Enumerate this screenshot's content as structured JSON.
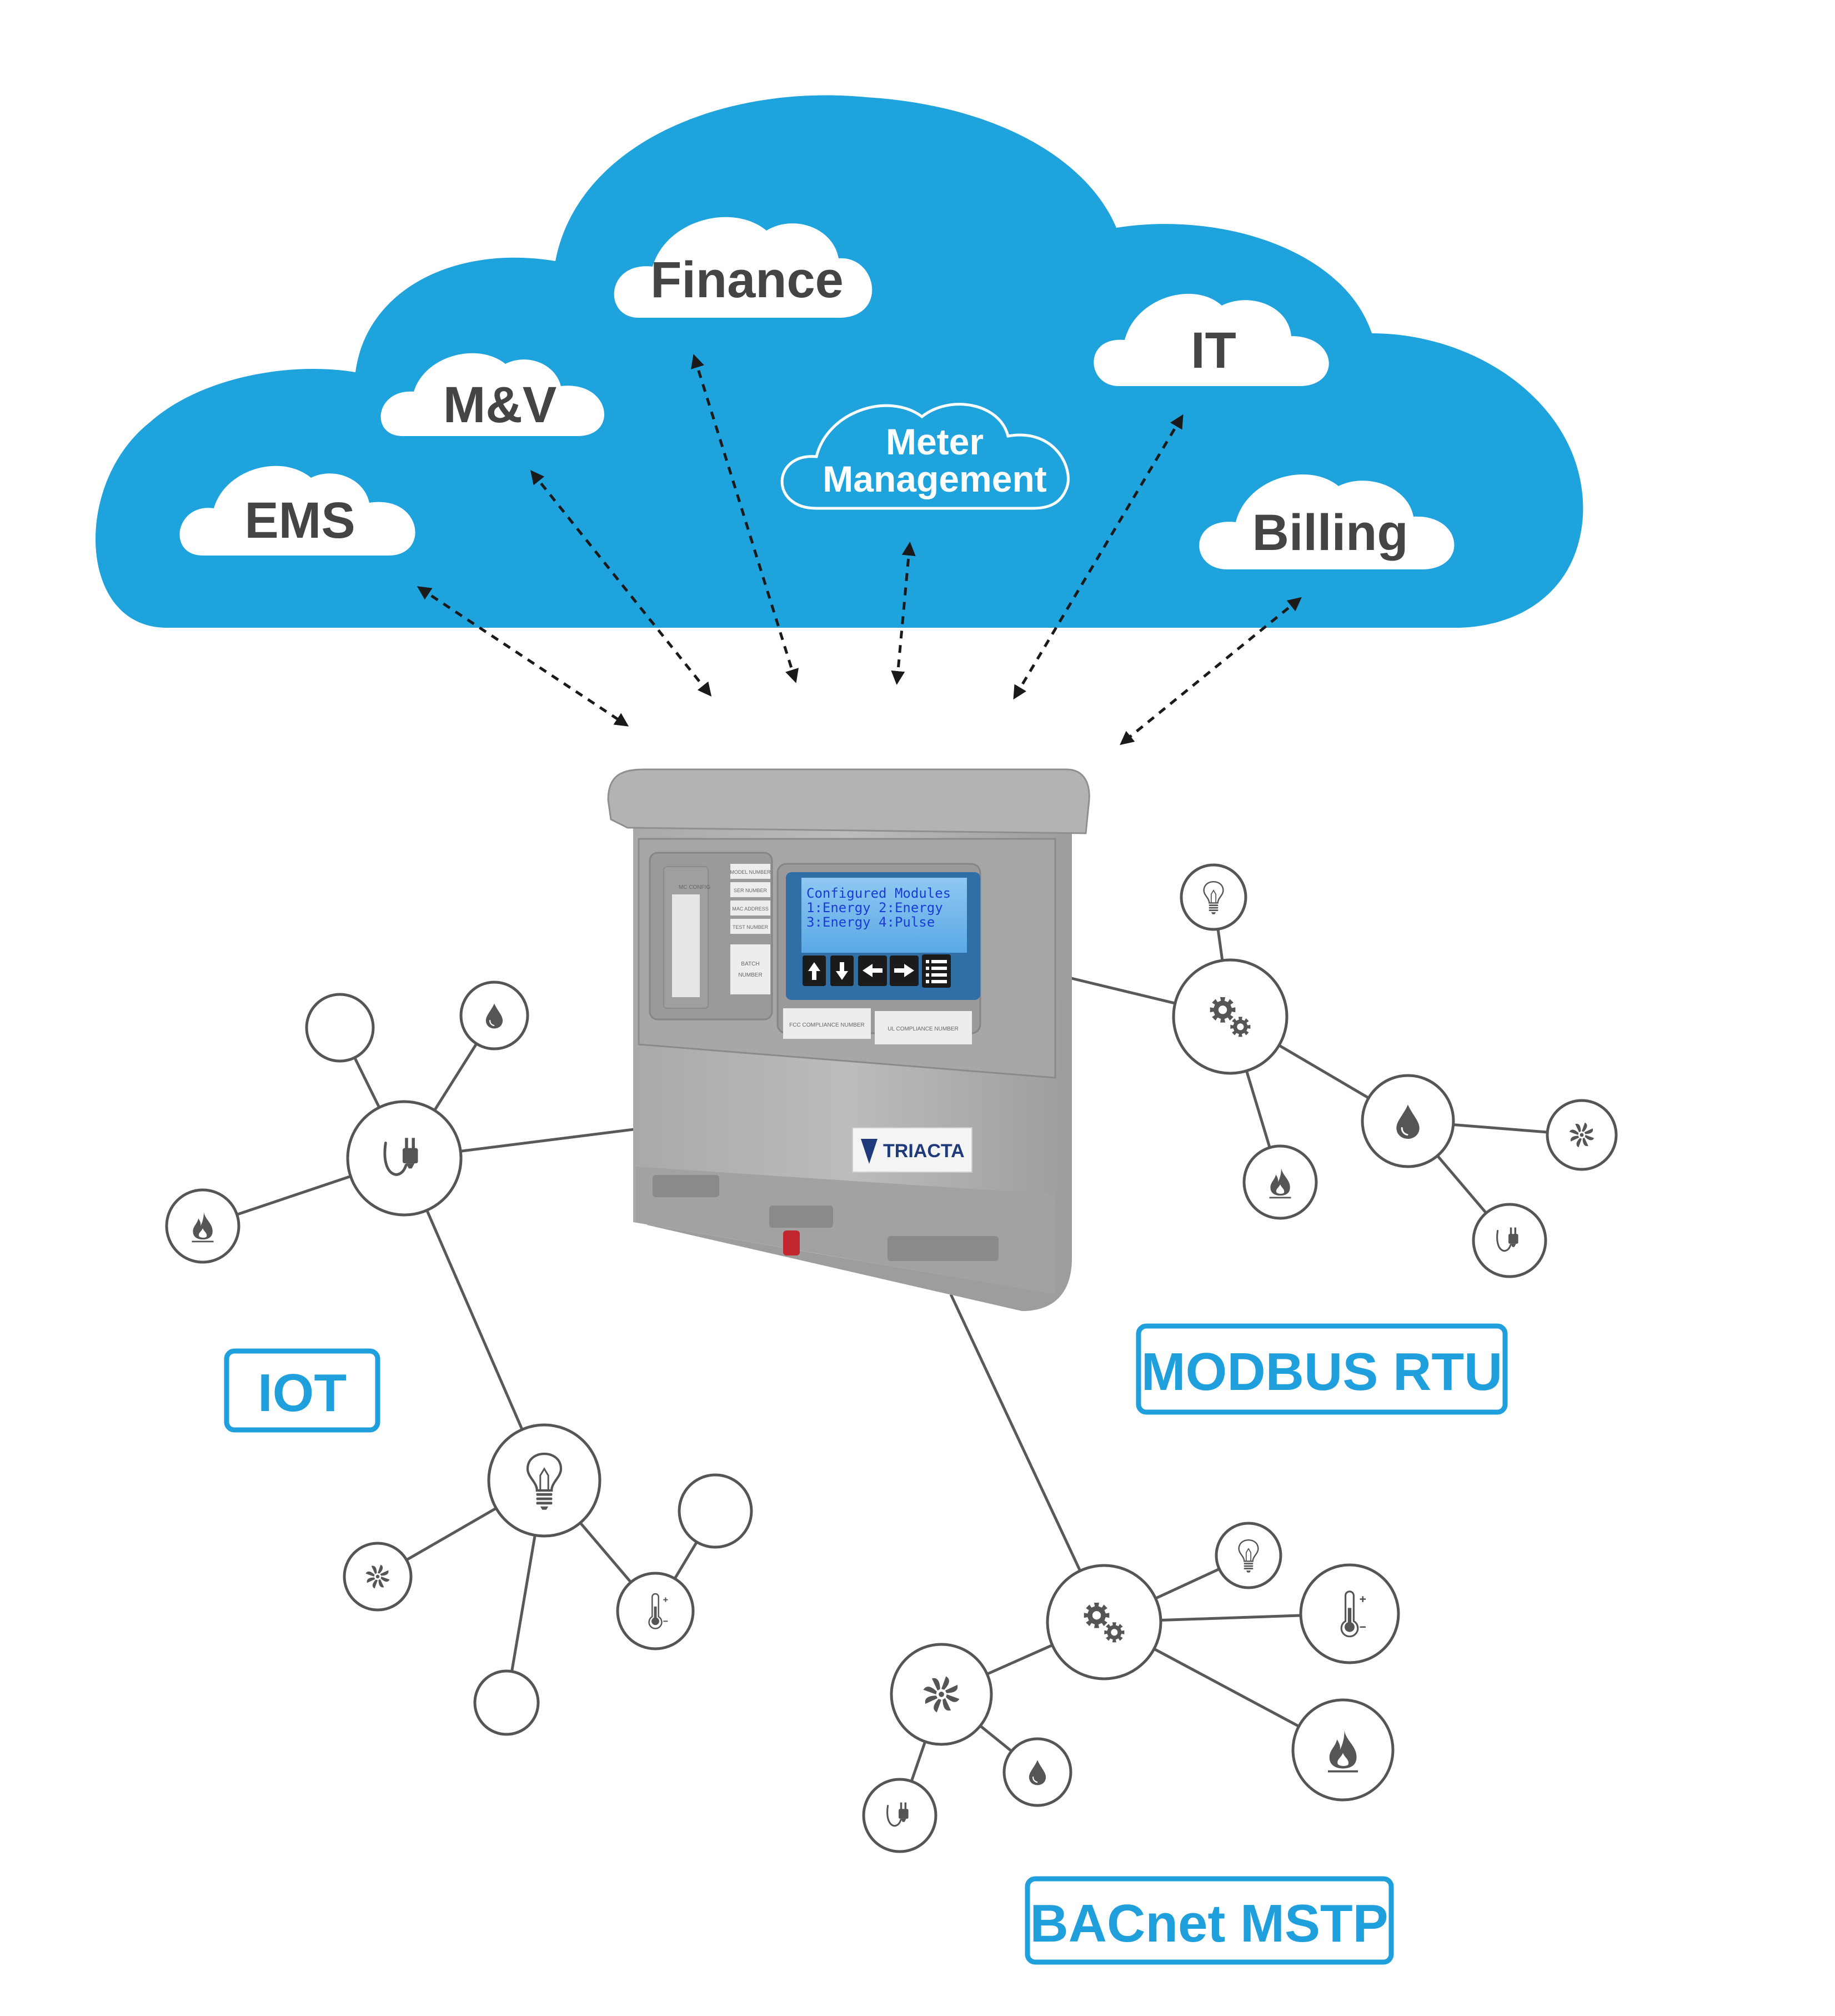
{
  "cloud": {
    "color": "#1fa3dc",
    "services": [
      {
        "id": "ems",
        "label": "EMS"
      },
      {
        "id": "mv",
        "label": "M&V"
      },
      {
        "id": "finance",
        "label": "Finance"
      },
      {
        "id": "it",
        "label": "IT"
      },
      {
        "id": "billing",
        "label": "Billing"
      }
    ],
    "meter_management": {
      "line1": "Meter",
      "line2": "Management"
    }
  },
  "device": {
    "display": {
      "line1": "Configured Modules",
      "line2": "1:Energy  2:Energy",
      "line3": "3:Energy  4:Pulse"
    },
    "labels": {
      "mc_config": "MC CONFIG",
      "model_number": "MODEL NUMBER",
      "ser_number": "SER NUMBER",
      "mac_address": "MAC ADDRESS",
      "test_number": "TEST NUMBER",
      "batch": "BATCH",
      "number": "NUMBER",
      "fcc": "FCC COMPLIANCE NUMBER",
      "ul": "UL COMPLIANCE NUMBER"
    },
    "brand": "TRIACTA"
  },
  "protocols": {
    "iot": "IOT",
    "modbus": "MODBUS RTU",
    "bacnet": "BACnet MSTP",
    "color": "#1fa0dc"
  },
  "icons": {
    "plug": "plug-icon",
    "drop": "water-drop-icon",
    "flame": "flame-icon",
    "bulb": "light-bulb-icon",
    "fan": "fan-icon",
    "thermo": "thermometer-icon",
    "gears": "gears-icon"
  }
}
